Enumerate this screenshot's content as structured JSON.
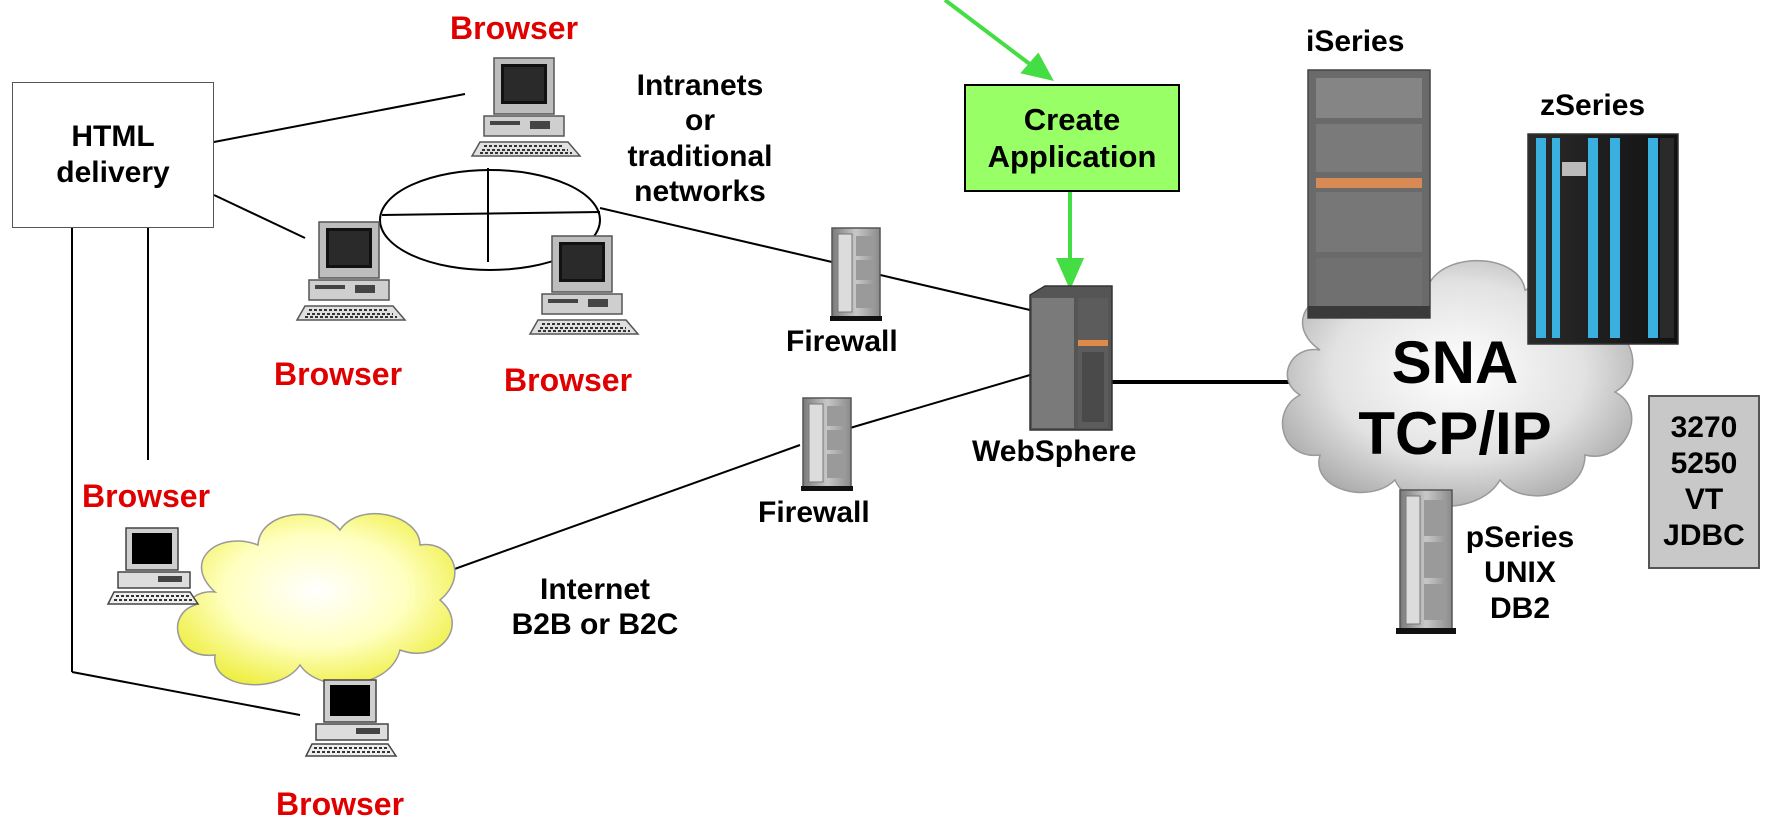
{
  "browsers": {
    "top": "Browser",
    "mid_left": "Browser",
    "mid_right": "Browser",
    "left": "Browser",
    "bottom": "Browser"
  },
  "html_delivery": {
    "line1": "HTML",
    "line2": "delivery"
  },
  "intranets": {
    "line1": "Intranets",
    "line2": "or",
    "line3": "traditional",
    "line4": "networks"
  },
  "firewalls": {
    "upper": "Firewall",
    "lower": "Firewall"
  },
  "internet": {
    "line1": "Internet",
    "line2": "B2B or B2C"
  },
  "create_app": {
    "line1": "Create",
    "line2": "Application"
  },
  "websphere": "WebSphere",
  "iseries": "iSeries",
  "zseries": "zSeries",
  "cloud": {
    "line1": "SNA",
    "line2": "TCP/IP"
  },
  "pseries": {
    "line1": "pSeries",
    "line2": "UNIX",
    "line3": "DB2"
  },
  "protocols": [
    "3270",
    "5250",
    "VT",
    "JDBC"
  ],
  "colors": {
    "browser_label": "#e00000",
    "create_box": "#99ff66",
    "arrow": "#44dd44",
    "protocol_box": "#c8c8c8"
  },
  "icons": [
    "desktop-computer-icon",
    "laptop-computer-icon",
    "tower-server-icon",
    "rack-server-icon",
    "mainframe-icon",
    "cloud-icon"
  ]
}
